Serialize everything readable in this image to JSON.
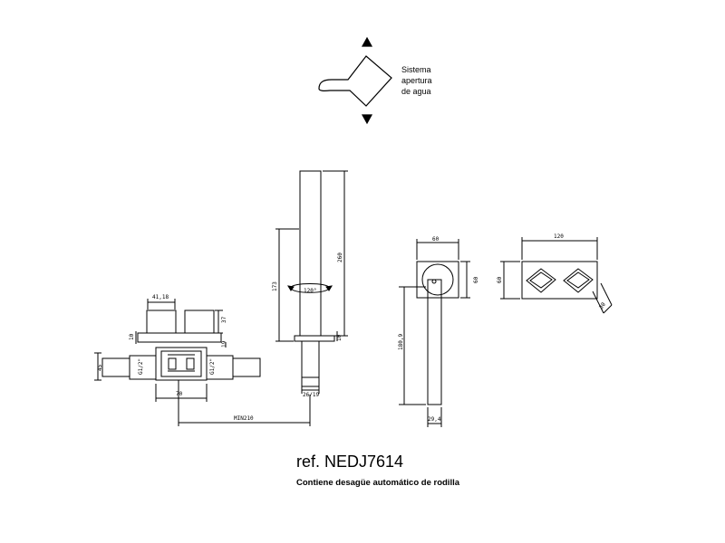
{
  "annotations": {
    "system_line1": "Sistema",
    "system_line2": "apertura",
    "system_line3": "de agua"
  },
  "dimensions": {
    "front_width": "41,18",
    "front_height": "37",
    "front_plate": "10",
    "front_body": "19",
    "front_depth": "45",
    "thread_left": "G1/2\"",
    "thread_right": "G1/2\"",
    "body_width": "70",
    "min_distance": "MIN210",
    "spout_height": "260",
    "spout_lower": "173",
    "spout_rotation": "120°",
    "spout_base": "10",
    "spout_diam": "26/19",
    "side_width": "60",
    "side_height": "60",
    "side_length": "180,9",
    "side_diam": "29,4",
    "top_width": "120",
    "top_height": "60",
    "top_angle": "30"
  },
  "caption": {
    "reference": "ref. NEDJ7614",
    "subtitle": "Contiene desagüe automático de rodilla"
  }
}
